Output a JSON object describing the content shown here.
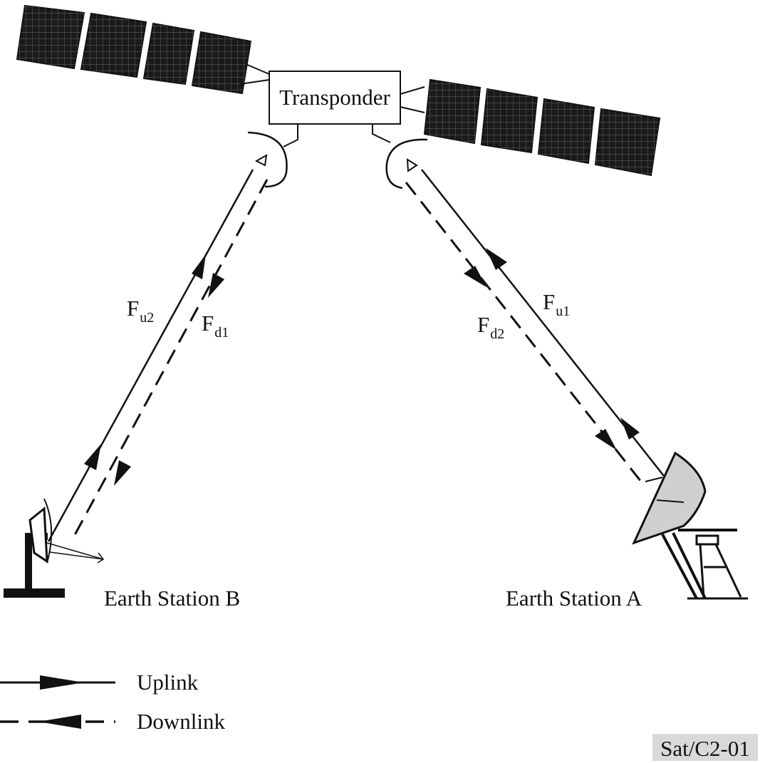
{
  "transponder_label": "Transponder",
  "links": {
    "fu2": {
      "main": "F",
      "sub": "u2"
    },
    "fd1": {
      "main": "F",
      "sub": "d1"
    },
    "fd2": {
      "main": "F",
      "sub": "d2"
    },
    "fu1": {
      "main": "F",
      "sub": "u1"
    }
  },
  "stations": {
    "b": "Earth Station B",
    "a": "Earth Station A"
  },
  "legend": {
    "uplink": "Uplink",
    "downlink": "Downlink"
  },
  "figure_id": "Sat/C2-01",
  "colors": {
    "ink": "#111111",
    "solar_panel": "#1a1a1a",
    "dish_fill": "#cfcfcf",
    "tag_bg": "#d9d9d9"
  }
}
